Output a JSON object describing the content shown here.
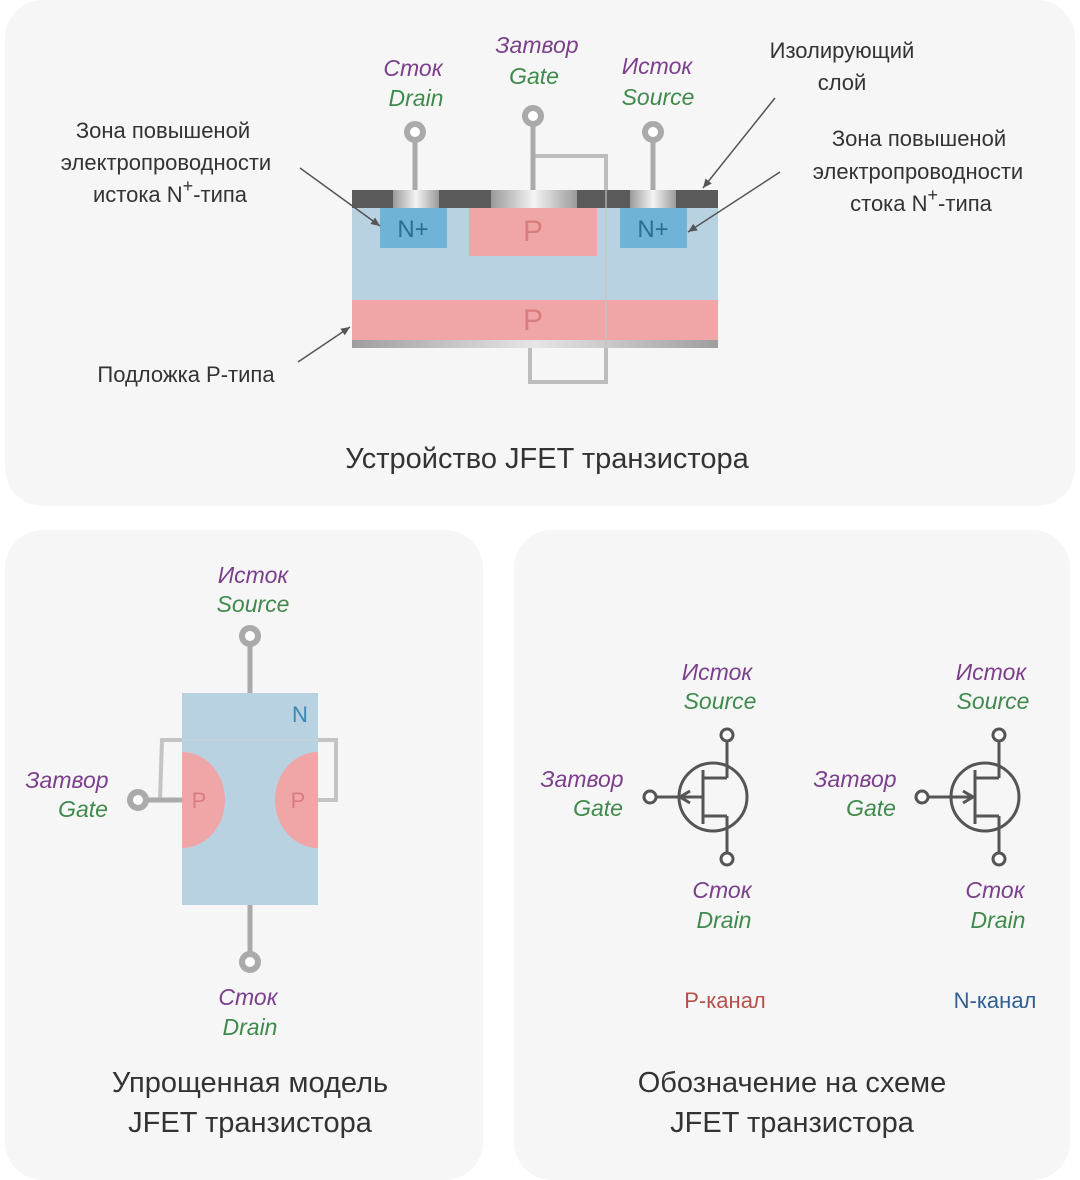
{
  "top": {
    "caption": "Устройство JFET транзистора",
    "drain_ru": "Сток",
    "drain_en": "Drain",
    "gate_ru": "Затвор",
    "gate_en": "Gate",
    "source_ru": "Исток",
    "source_en": "Source",
    "insulating_l1": "Изолирующий",
    "insulating_l2": "слой",
    "zone_source_l1": "Зона  повышеной",
    "zone_source_l2": "электропроводности",
    "zone_source_l3": "истока N",
    "zone_drain_l1": "Зона  повышеной",
    "zone_drain_l2": "электропроводности",
    "zone_drain_l3": "стока N",
    "sup": "+",
    "zone_suffix": "-типа",
    "substrate": "Подложка P-типа",
    "n_plus": "N+",
    "p": "P"
  },
  "bottom_left": {
    "caption_l1": "Упрощенная модель",
    "caption_l2": "JFET транзистора",
    "source_ru": "Исток",
    "source_en": "Source",
    "gate_ru": "Затвор",
    "gate_en": "Gate",
    "drain_ru": "Сток",
    "drain_en": "Drain",
    "n": "N",
    "p": "P"
  },
  "bottom_right": {
    "caption_l1": "Обозначение на схеме",
    "caption_l2": "JFET транзистора",
    "source_ru": "Исток",
    "source_en": "Source",
    "gate_ru": "Затвор",
    "gate_en": "Gate",
    "drain_ru": "Сток",
    "drain_en": "Drain",
    "p_channel": "P-канал",
    "n_channel": "N-канал"
  },
  "colors": {
    "panel": "#f6f6f6",
    "n_region": "#b8d2e2",
    "n_plus": "#6fb3d6",
    "p_region": "#f0a6a6",
    "terminal": "#aaaaaa",
    "symbol": "#555555",
    "ru_label": "#7b3f8c",
    "en_label": "#3f8a4c",
    "p_channel": "#b5504a",
    "n_channel": "#2f5e93"
  }
}
